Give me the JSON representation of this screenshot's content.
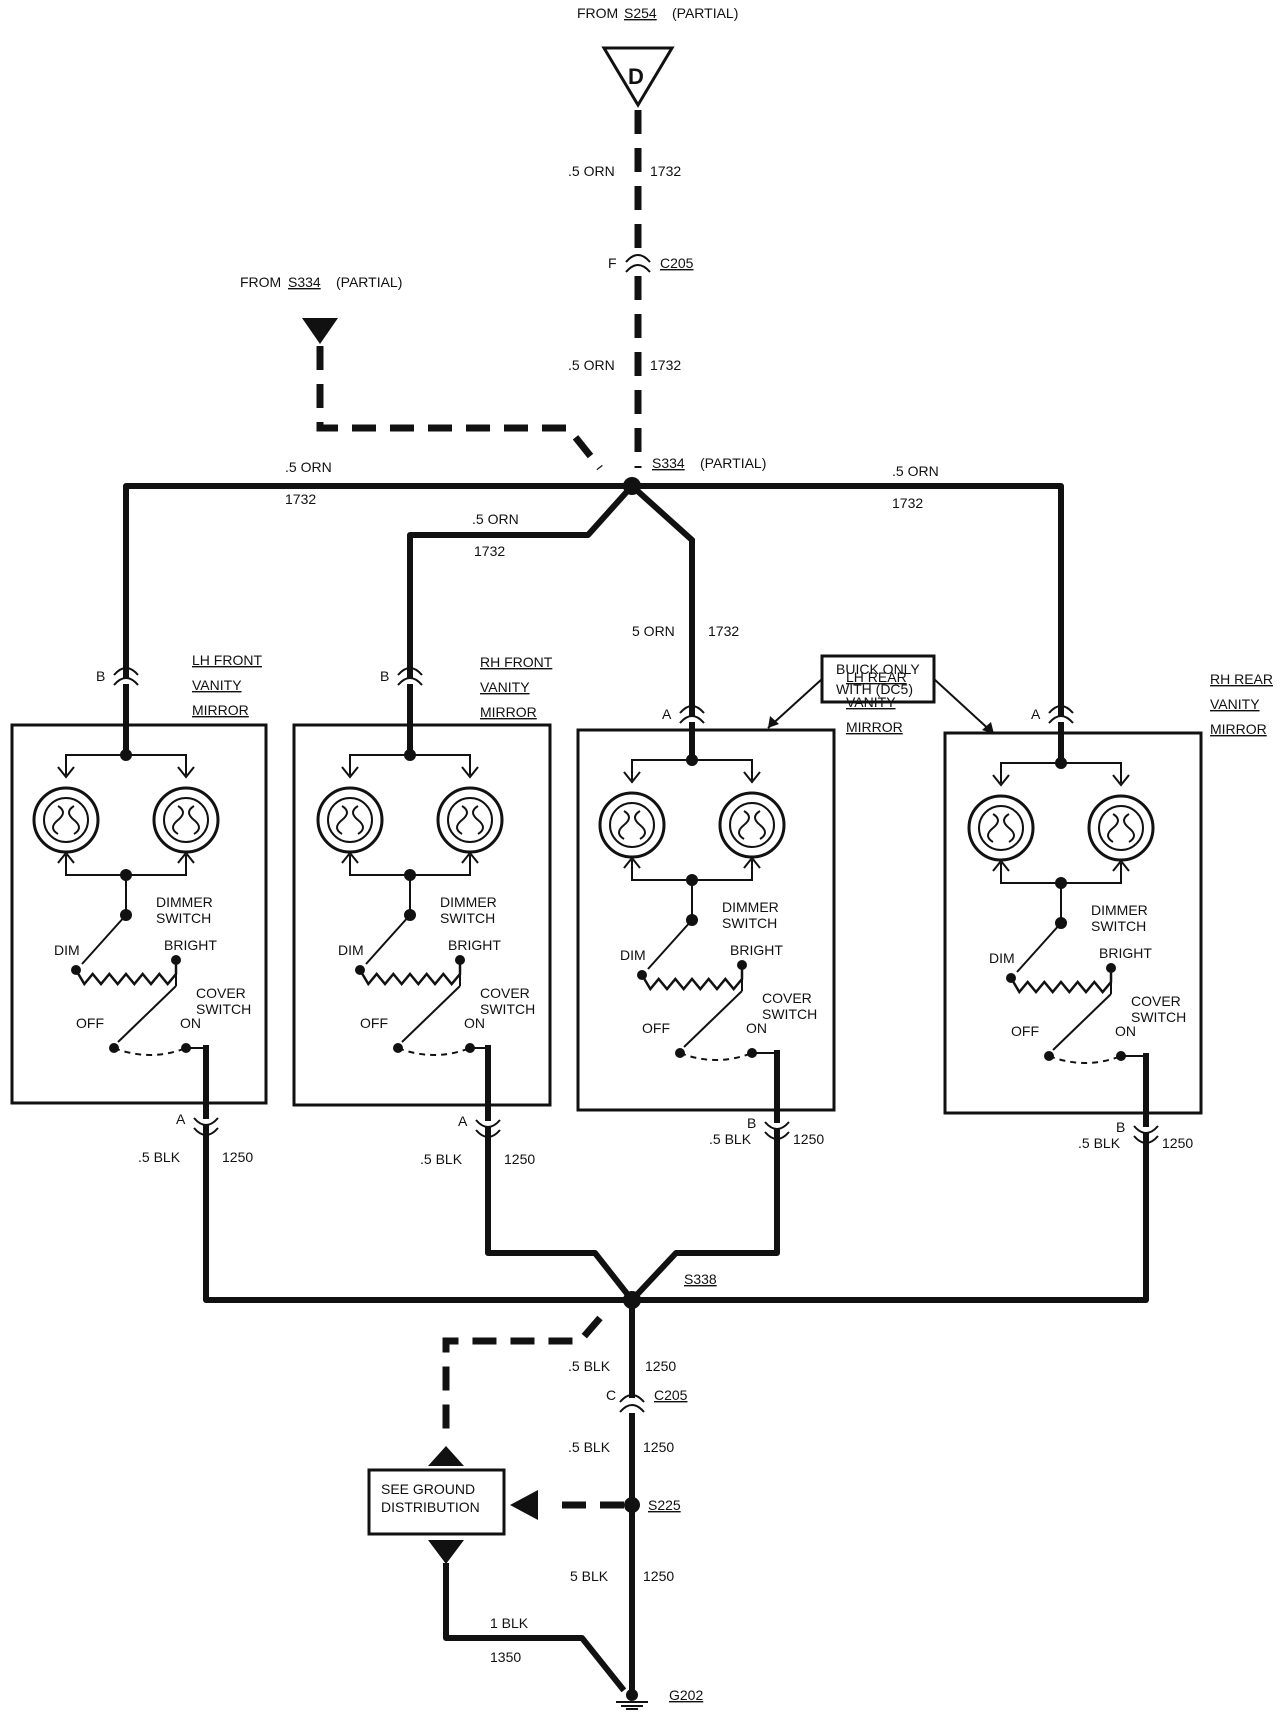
{
  "top_source": {
    "from": "FROM",
    "splice": "S254",
    "partial": "(PARTIAL)",
    "connector_letter": "D"
  },
  "left_source": {
    "from": "FROM",
    "splice": "S334",
    "partial": "(PARTIAL)"
  },
  "top_wire": {
    "seg1_gauge": ".5 ORN",
    "seg1_circuit": "1732",
    "conn_pin": "F",
    "conn_name": "C205",
    "seg2_gauge": ".5 ORN",
    "seg2_circuit": "1732"
  },
  "splice_s334": {
    "name": "S334",
    "note": "(PARTIAL)"
  },
  "feed_wires": {
    "lh_front": {
      "gauge": ".5 ORN",
      "circuit": "1732"
    },
    "rh_front": {
      "gauge": ".5 ORN",
      "circuit": "1732"
    },
    "lh_rear": {
      "gauge": "5 ORN",
      "circuit": "1732"
    },
    "rh_rear": {
      "gauge": ".5 ORN",
      "circuit": "1732"
    }
  },
  "buick_note": {
    "line1": "BUICK ONLY",
    "line2": "WITH (DC5)"
  },
  "mirrors": [
    {
      "id": "lh-front",
      "label": [
        "LH FRONT",
        "VANITY",
        "MIRROR"
      ],
      "in_pin": "B",
      "out_pin": "A",
      "out_gauge": ".5 BLK",
      "out_circuit": "1250"
    },
    {
      "id": "rh-front",
      "label": [
        "RH FRONT",
        "VANITY",
        "MIRROR"
      ],
      "in_pin": "B",
      "out_pin": "A",
      "out_gauge": ".5 BLK",
      "out_circuit": "1250"
    },
    {
      "id": "lh-rear",
      "label": [
        "LH REAR",
        "VANITY",
        "MIRROR"
      ],
      "in_pin": "A",
      "out_pin": "B",
      "out_gauge": ".5 BLK",
      "out_circuit": "1250"
    },
    {
      "id": "rh-rear",
      "label": [
        "RH REAR",
        "VANITY",
        "MIRROR"
      ],
      "in_pin": "A",
      "out_pin": "B",
      "out_gauge": ".5 BLK",
      "out_circuit": "1250"
    }
  ],
  "switch_labels": {
    "dimmer1": "DIMMER",
    "dimmer2": "SWITCH",
    "dim": "DIM",
    "bright": "BRIGHT",
    "cover1": "COVER",
    "cover2": "SWITCH",
    "off": "OFF",
    "on": "ON"
  },
  "splice_s338": {
    "name": "S338"
  },
  "ground_path": {
    "seg1_gauge": ".5 BLK",
    "seg1_circuit": "1250",
    "conn_pin": "C",
    "conn_name": "C205",
    "seg2_gauge": ".5 BLK",
    "seg2_circuit": "1250",
    "splice": "S225",
    "seg3_gauge": "5 BLK",
    "seg3_circuit": "1250",
    "branch_gauge": "1 BLK",
    "branch_circuit": "1350",
    "ground": "G202"
  },
  "ground_note": {
    "line1": "SEE GROUND",
    "line2": "DISTRIBUTION"
  },
  "colors": {
    "ink": "#111111",
    "background": "#ffffff"
  }
}
